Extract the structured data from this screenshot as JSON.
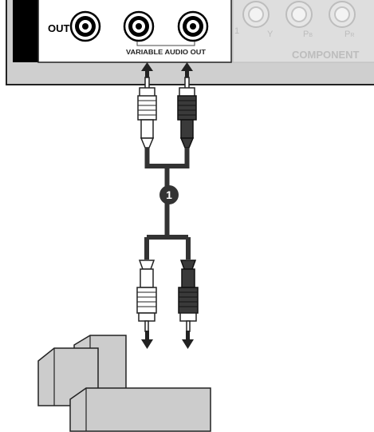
{
  "panel": {
    "out_label": "OUT",
    "variable_audio_out_label": "VARIABLE AUDIO OUT",
    "component_label": "COMPONENT",
    "component_input_number": "1",
    "component_channels": [
      {
        "main": "Y",
        "sub": ""
      },
      {
        "main": "P",
        "sub": "B"
      },
      {
        "main": "P",
        "sub": "R"
      }
    ]
  },
  "callout": {
    "number": "1"
  },
  "colors": {
    "panel_gray": "#cfcfcf",
    "component_gray": "#d9d9d9",
    "cable_dark": "#3a3a3a",
    "device_gray": "#cccccc",
    "callout_fill": "#333333"
  },
  "icons": {
    "arrow_up": "arrow-up-icon",
    "arrow_down": "arrow-down-icon",
    "callout": "numbered-circle-icon"
  }
}
